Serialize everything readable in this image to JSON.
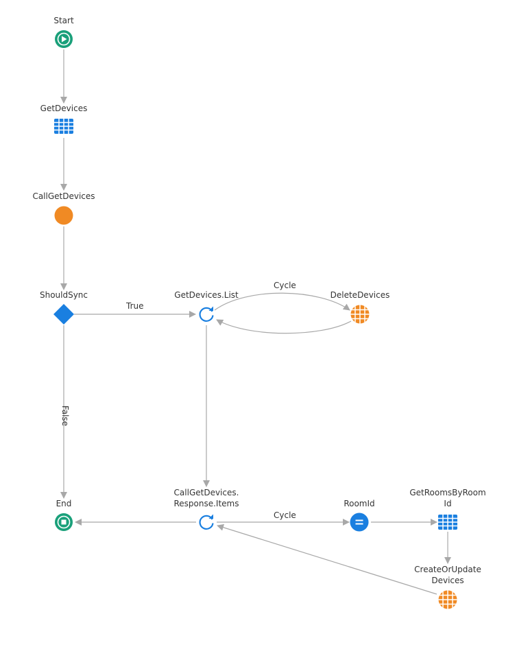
{
  "colors": {
    "start_end": "#1aa07a",
    "aggregate": "#1a7fe0",
    "server_action": "#f08a24",
    "entity": "#f08a24",
    "if": "#1a7fe0",
    "loop": "#1a7fe0",
    "assign": "#1a7fe0",
    "connector": "#a8a8a8"
  },
  "nodes": {
    "start": {
      "label": "Start",
      "icon": "play-icon"
    },
    "get_devices": {
      "label": "GetDevices",
      "icon": "aggregate-icon"
    },
    "call_get_devices": {
      "label": "CallGetDevices",
      "icon": "server-action-icon"
    },
    "should_sync": {
      "label": "ShouldSync",
      "icon": "if-diamond-icon"
    },
    "get_devices_list": {
      "label": "GetDevices.List",
      "icon": "foreach-loop-icon"
    },
    "delete_devices": {
      "label": "DeleteDevices",
      "icon": "entity-action-icon"
    },
    "end": {
      "label": "End",
      "icon": "stop-icon"
    },
    "response_items": {
      "label_line1": "CallGetDevices.",
      "label_line2": "Response.Items",
      "icon": "foreach-loop-icon"
    },
    "room_id": {
      "label": "RoomId",
      "icon": "assign-icon"
    },
    "get_rooms": {
      "label_line1": "GetRoomsByRoom",
      "label_line2": "Id",
      "icon": "aggregate-icon"
    },
    "create_or_update": {
      "label_line1": "CreateOrUpdate",
      "label_line2": "Devices",
      "icon": "entity-action-icon"
    }
  },
  "edges": {
    "true_label": "True",
    "false_label": "False",
    "cycle_label_top": "Cycle",
    "cycle_label_bottom": "Cycle"
  }
}
